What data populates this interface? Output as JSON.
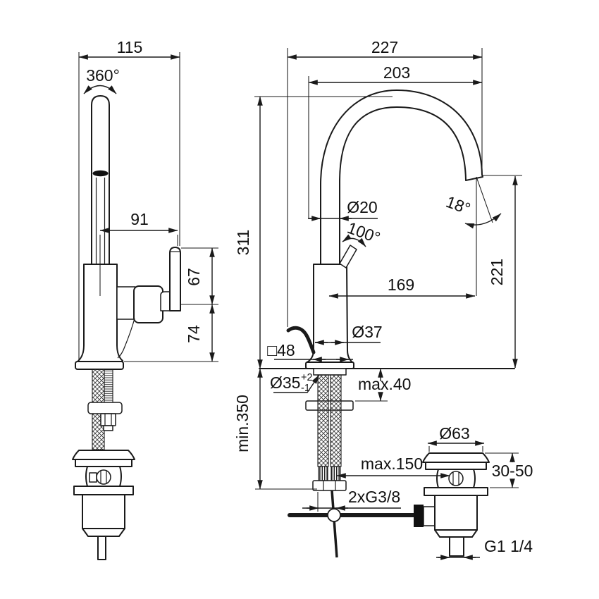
{
  "drawing": {
    "type": "technical-installation-drawing",
    "subject": "single-lever basin mixer faucet with pop-up waste",
    "views": [
      "side-view",
      "front-view"
    ]
  },
  "colors": {
    "line": "#1a1a1a",
    "background": "#ffffff",
    "part_fill": "#ffffff"
  },
  "dims": {
    "depth_115": "115",
    "swivel_360": "360°",
    "reach_91": "91",
    "lever_67": "67",
    "body_74": "74",
    "width_227": "227",
    "spout_203": "203",
    "height_311": "311",
    "tube_o20": "Ø20",
    "lever_100": "100°",
    "outlet_18": "18°",
    "offset_169": "169",
    "outlet_221": "221",
    "body_o37": "Ø37",
    "base_48": "□48",
    "hole_o35": "Ø35",
    "tol_plus": "+2",
    "tol_minus": "-1",
    "deck_max40": "max.40",
    "hose_min350": "min.350",
    "rod_max150": "max.150",
    "thread_g38": "2xG3/8",
    "waste_o63": "Ø63",
    "waste_3050": "30-50",
    "waste_g114": "G1 1/4"
  }
}
